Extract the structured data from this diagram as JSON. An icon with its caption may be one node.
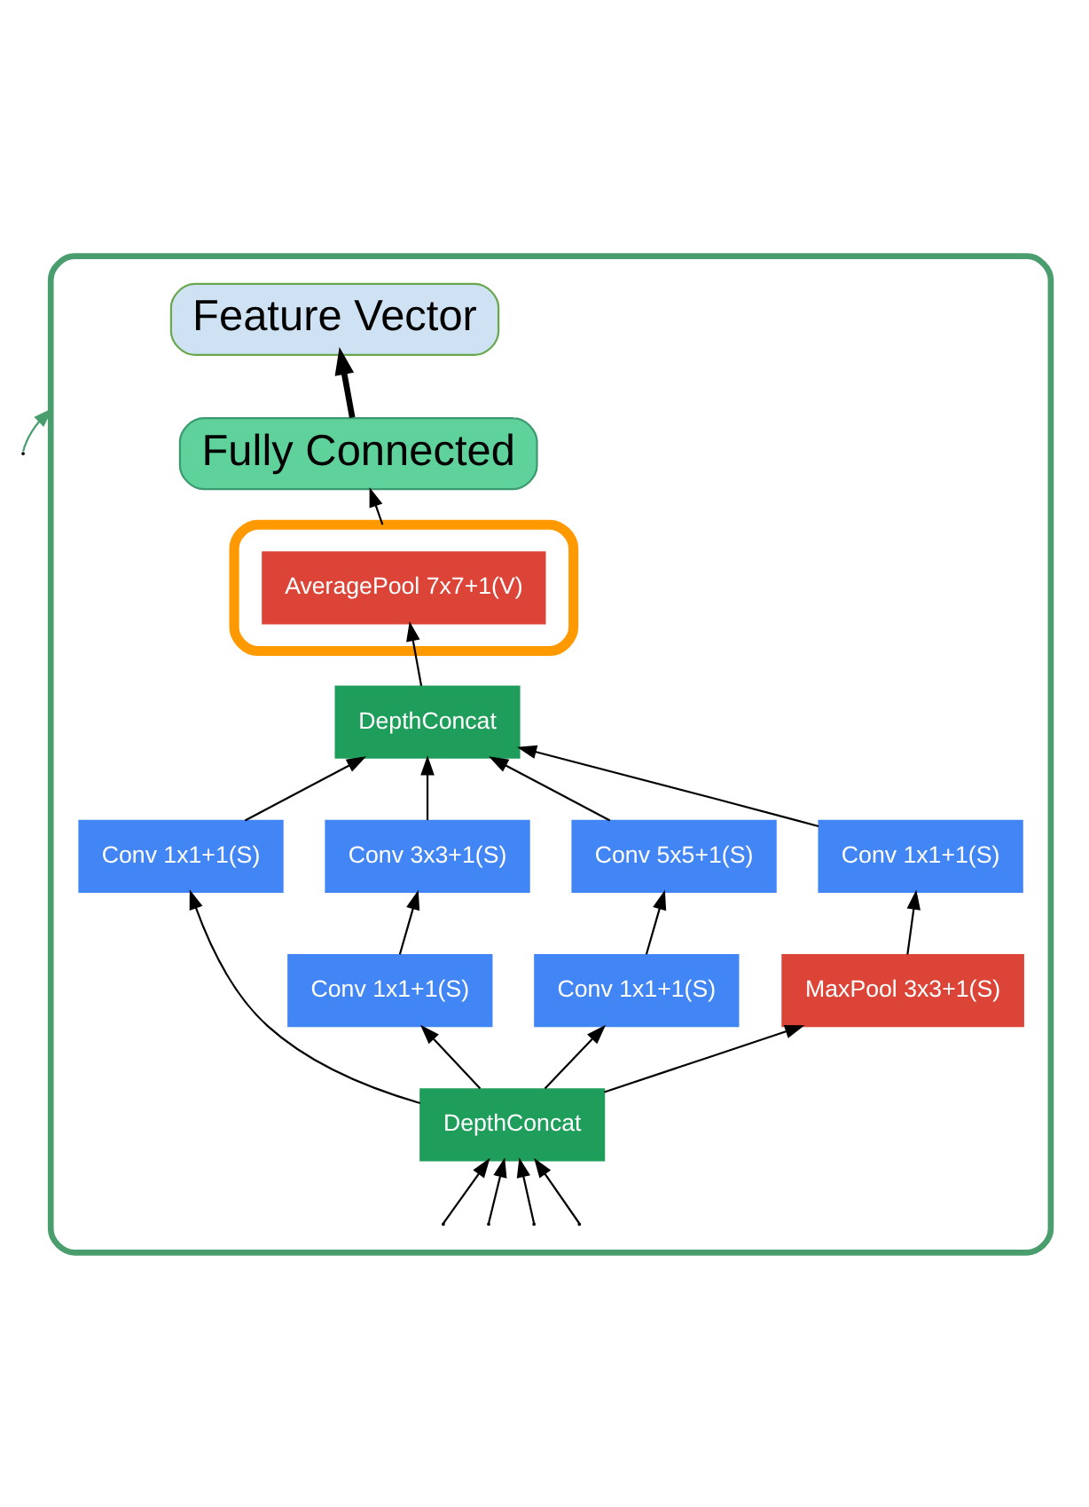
{
  "diagram": {
    "nodes": [
      {
        "text": [],
        "shape": "box"
      },
      {
        "text": [
          "Feature Vector"
        ],
        "in": 0
      },
      {
        "text": [
          "Fully Connected"
        ],
        "in": 0
      },
      {
        "text": [],
        "shape": "box",
        "in": 0
      },
      {
        "text": [
          "AveragePool 7x7+1(V)"
        ],
        "in": 3
      },
      {
        "text": [
          "DepthConcat"
        ],
        "in": 0
      },
      {
        "text": [
          "Conv 1x1+1(S)"
        ],
        "in": 0
      },
      {
        "text": [
          "Conv 3x3+1(S)"
        ],
        "in": 0
      },
      {
        "text": [
          "Conv 5x5+1(S)"
        ],
        "in": 0
      },
      {
        "text": [
          "Conv 1x1+1(S)"
        ],
        "in": 0
      },
      {
        "text": [
          "Conv 1x1+1(S)"
        ],
        "in": 0
      },
      {
        "text": [
          "Conv 1x1+1(S)"
        ],
        "in": 0
      },
      {
        "text": [
          "MaxPool 3x3+1(S)"
        ],
        "in": 0
      },
      {
        "text": [
          "DepthConcat"
        ],
        "in": 0
      }
    ],
    "edges": [
      {
        "from": 2,
        "to": 1,
        "arrow": "to",
        "style": "thick"
      },
      {
        "from": 3,
        "to": 2,
        "arrow": "to"
      },
      {
        "from": 5,
        "to": 4,
        "arrow": "to"
      },
      {
        "from": 6,
        "to": 5,
        "arrow": "to"
      },
      {
        "from": 7,
        "to": 5,
        "arrow": "to"
      },
      {
        "from": 8,
        "to": 5,
        "arrow": "to"
      },
      {
        "from": 9,
        "to": 5,
        "arrow": "to"
      },
      {
        "from": 10,
        "to": 7,
        "arrow": "to"
      },
      {
        "from": 11,
        "to": 8,
        "arrow": "to"
      },
      {
        "from": 12,
        "to": 9,
        "arrow": "to"
      },
      {
        "from": 13,
        "to": 6,
        "arrow": "to"
      },
      {
        "from": 13,
        "to": 10,
        "arrow": "to"
      },
      {
        "from": 13,
        "to": 11,
        "arrow": "to"
      },
      {
        "from": 13,
        "to": 12,
        "arrow": "to"
      },
      {
        "from": null,
        "to": 13,
        "arrow": "to"
      },
      {
        "from": null,
        "to": 13,
        "arrow": "to"
      },
      {
        "from": null,
        "to": 13,
        "arrow": "to"
      },
      {
        "from": null,
        "to": 13,
        "arrow": "to"
      },
      {
        "from": null,
        "to": 0,
        "arrow": "to",
        "color": "#4a9e6e"
      }
    ]
  }
}
